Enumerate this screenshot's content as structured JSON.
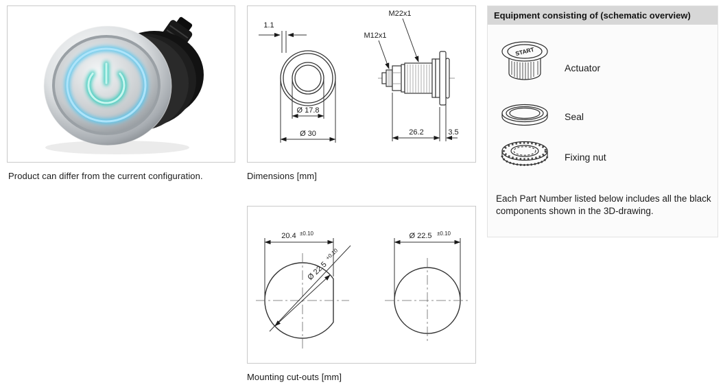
{
  "photo_panel": {
    "caption": "Product can differ from the current configuration.",
    "ring_color": "#57c7f0",
    "symbol_color": "#36cdbd"
  },
  "dimensions_panel": {
    "caption": "Dimensions [mm]",
    "dim_gap": "1.1",
    "dim_dia_button": "Ø 17.8",
    "dim_dia_bezel": "Ø 30",
    "label_thread_body": "M22x1",
    "label_thread_connector": "M12x1",
    "dim_length": "26.2",
    "dim_head": "3.5"
  },
  "cutouts_panel": {
    "caption": "Mounting cut-outs [mm]",
    "dim_flat": "20.4",
    "dim_flat_tol": "±0.10",
    "dim_dia_keyed": "Ø 22.5",
    "dim_dia_keyed_tol": "+0.10",
    "dim_dia_round": "Ø 22.5",
    "dim_dia_round_tol": "±0.10"
  },
  "equipment_panel": {
    "title": "Equipment consisting of (schematic overview)",
    "items": [
      {
        "label": "Actuator"
      },
      {
        "label": "Seal"
      },
      {
        "label": "Fixing nut"
      }
    ],
    "actuator_marking": "START",
    "note": "Each Part Number listed below includes all the black components shown in the 3D-drawing."
  }
}
